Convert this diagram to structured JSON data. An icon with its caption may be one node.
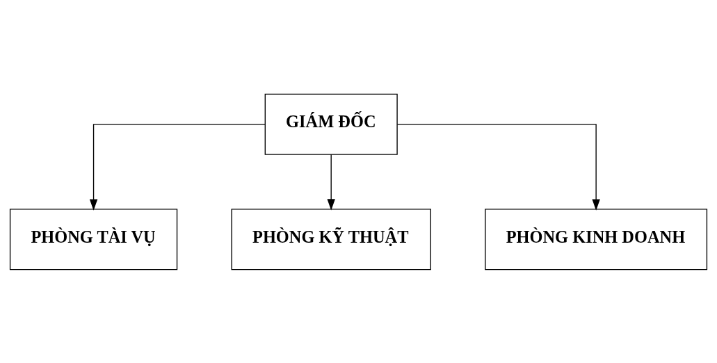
{
  "diagram": {
    "nodes": [
      {
        "text": [
          "GIÁM ĐỐC"
        ]
      },
      {
        "text": [
          "PHÒNG TÀI VỤ"
        ]
      },
      {
        "text": [
          "PHÒNG KỸ THUẬT"
        ]
      },
      {
        "text": [
          "PHÒNG KINH DOANH"
        ]
      }
    ],
    "edges": [
      {
        "from": 0,
        "to": 1,
        "arrow": "to"
      },
      {
        "from": 0,
        "to": 2,
        "arrow": "to"
      },
      {
        "from": 0,
        "to": 3,
        "arrow": "to"
      }
    ]
  }
}
